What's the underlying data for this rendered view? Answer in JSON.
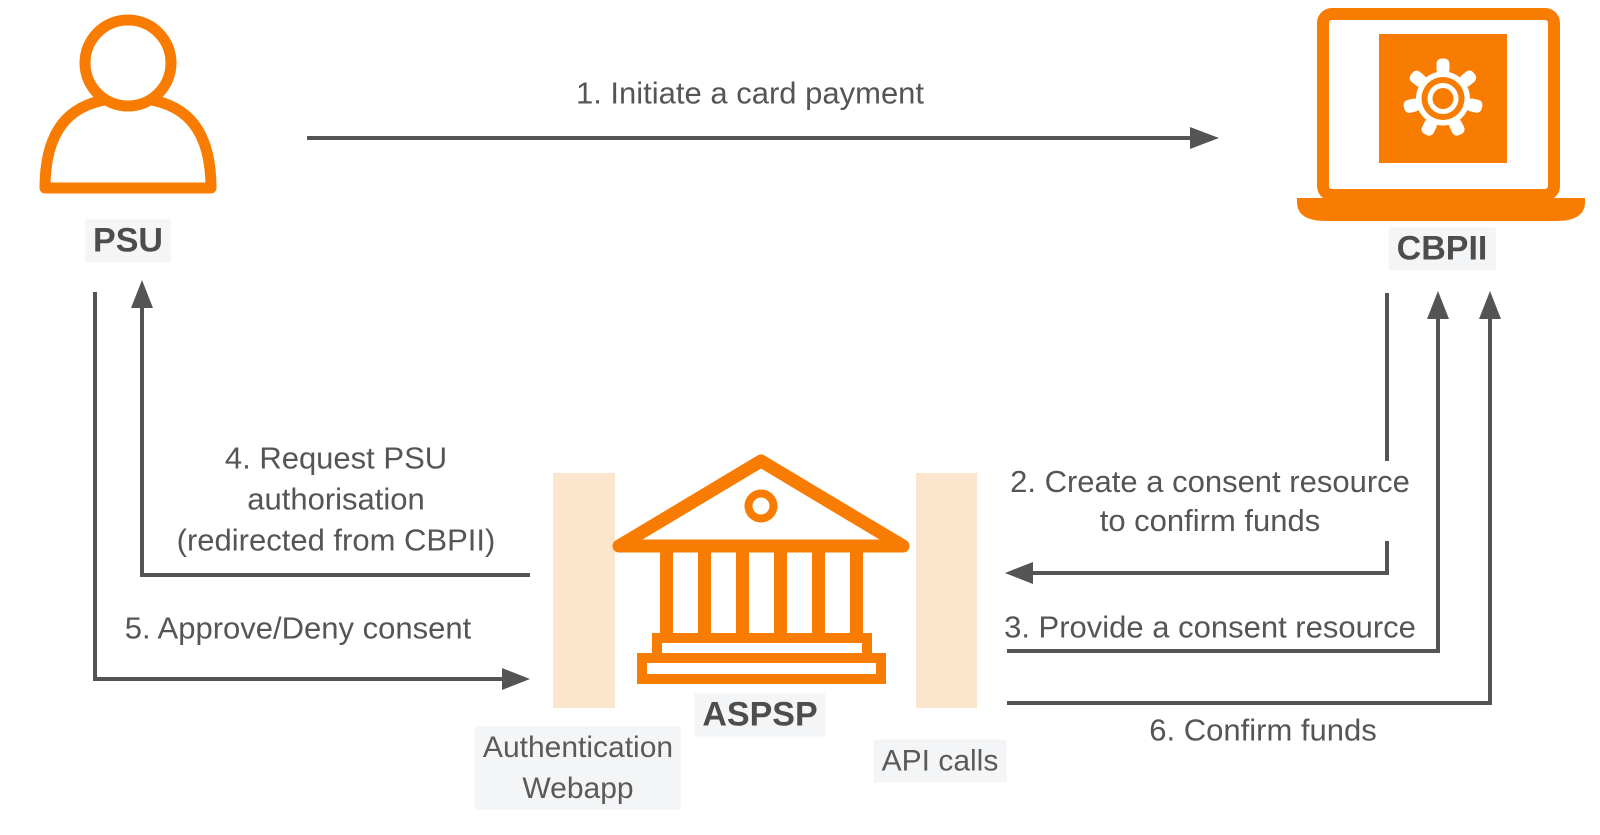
{
  "diagram": {
    "nodes": {
      "psu": {
        "label": "PSU",
        "icon": "person-icon"
      },
      "cbpii": {
        "label": "CBPII",
        "icon": "laptop-gear-icon"
      },
      "aspsp": {
        "label": "ASPSP",
        "icon": "bank-icon"
      }
    },
    "channels": {
      "auth_webapp": {
        "line1": "Authentication",
        "line2": "Webapp"
      },
      "api_calls": {
        "label": "API calls"
      }
    },
    "arrows": {
      "a1": {
        "label": "1. Initiate a card payment",
        "from": "PSU",
        "to": "CBPII"
      },
      "a2": {
        "line1": "2. Create a consent resource",
        "line2": "to confirm funds",
        "from": "CBPII",
        "to": "ASPSP API calls"
      },
      "a3": {
        "label": "3. Provide a consent resource",
        "from": "ASPSP API calls",
        "to": "CBPII"
      },
      "a4": {
        "line1": "4. Request PSU",
        "line2": "authorisation",
        "line3": "(redirected from CBPII)",
        "from": "ASPSP Authentication Webapp",
        "to": "PSU"
      },
      "a5": {
        "label": "5. Approve/Deny consent",
        "from": "PSU",
        "to": "ASPSP Authentication Webapp"
      },
      "a6": {
        "label": "6. Confirm funds",
        "from": "ASPSP API calls",
        "to": "CBPII"
      }
    },
    "colors": {
      "accent_orange": "#F97C02",
      "channel_bar_fill": "#FCE5CD",
      "arrow_gray": "#545454",
      "text_gray": "#555555",
      "label_bg": "#F4F5F7"
    }
  }
}
